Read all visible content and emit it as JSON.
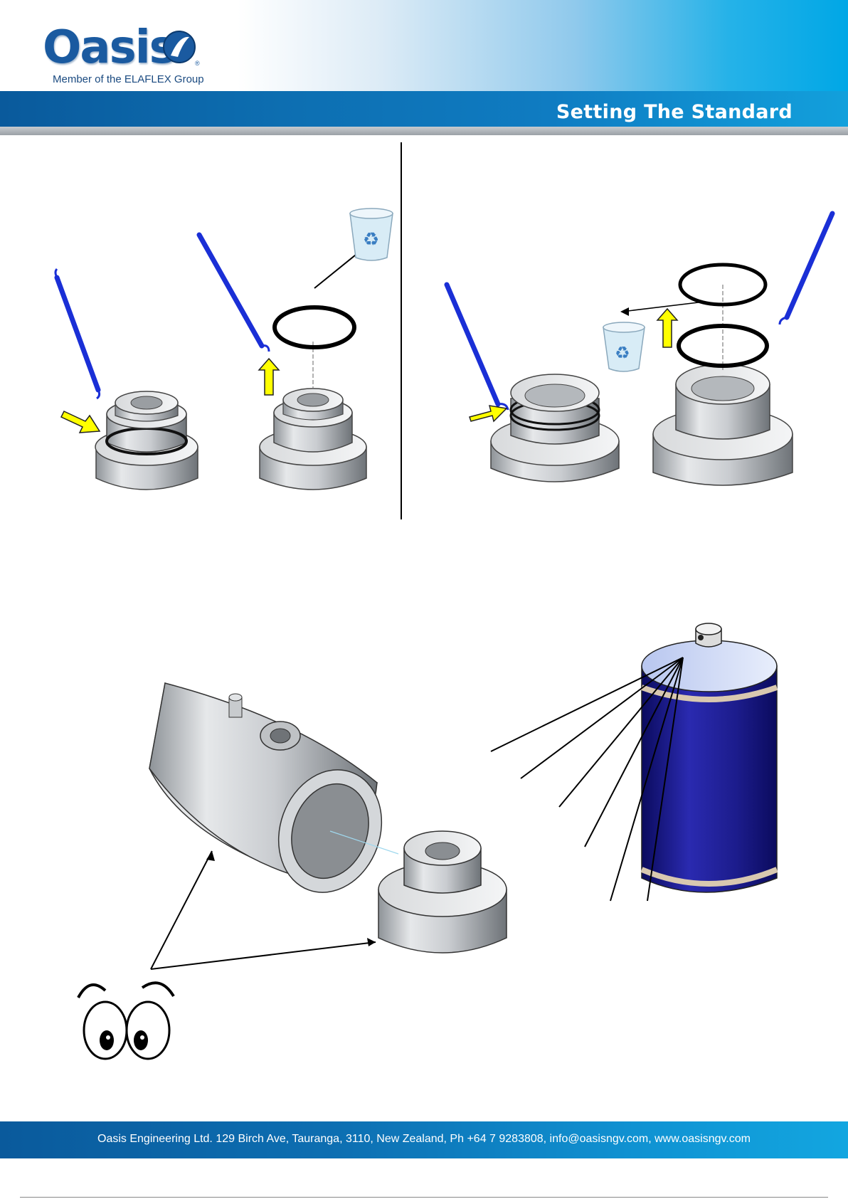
{
  "header": {
    "logo_text": "Oasis",
    "logo_subtitle": "Member of the ELAFLEX Group",
    "tagline": "Setting The Standard"
  },
  "footer": {
    "contact_line": "Oasis Engineering Ltd. 129 Birch Ave, Tauranga, 3110, New Zealand, Ph +64 7 9283808, info@oasisngv.com, www.oasisngv.com"
  },
  "colors": {
    "brand_blue": "#0d6fb2",
    "pick_tool_blue": "#1a2fd6",
    "arrow_yellow": "#ffff00",
    "can_blue": "#1a1a8c"
  },
  "icons": [
    "pick-tool-icon",
    "recycle-bin-icon",
    "o-ring-icon",
    "arrow-icon",
    "eyes-icon",
    "spray-can-icon"
  ]
}
